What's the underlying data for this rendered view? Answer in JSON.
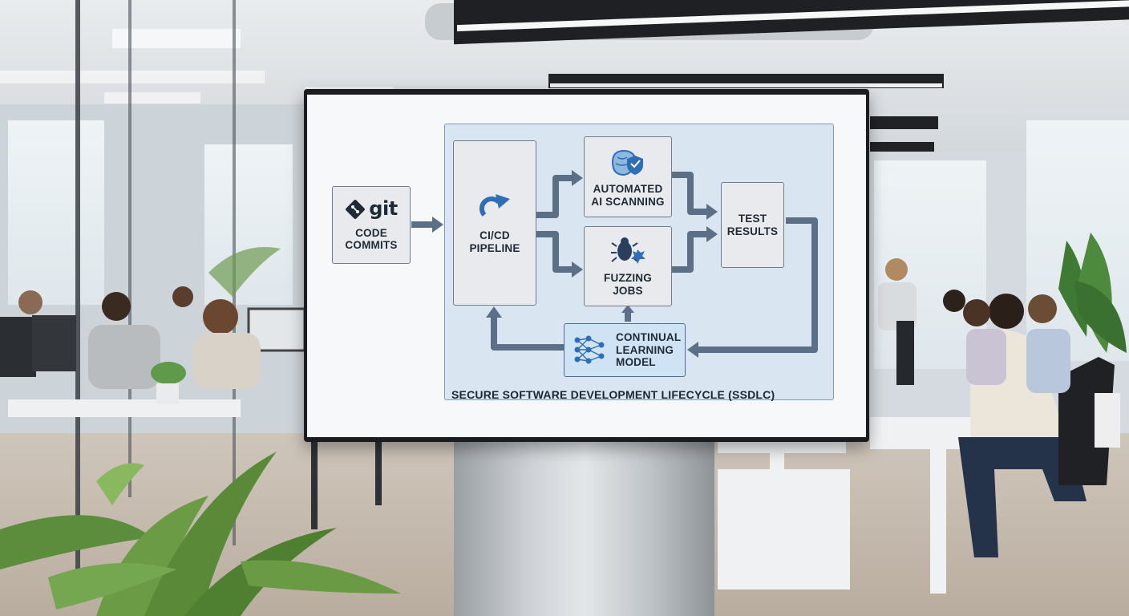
{
  "diagram": {
    "nodes": {
      "code_commits": {
        "logo": "git",
        "label": "CODE\nCOMMITS",
        "icon": "git-logo-icon"
      },
      "cicd_pipeline": {
        "label": "CI/CD\nPIPELINE",
        "icon": "refresh-arrow-icon"
      },
      "ai_scanning": {
        "label": "AUTOMATED\nAI SCANNING",
        "icon": "brain-shield-icon"
      },
      "fuzzing_jobs": {
        "label": "FUZZING\nJOBS",
        "icon": "bug-icon"
      },
      "test_results": {
        "label": "TEST\nRESULTS"
      },
      "learning_model": {
        "label": "CONTINUAL\nLEARNING\nMODEL",
        "icon": "neural-network-icon"
      }
    },
    "caption": "SECURE SOFTWARE DEVELOPMENT LIFECYCLE (SSDLC)"
  },
  "colors": {
    "panel": "#d9e6f1",
    "arrow": "#5b6f86",
    "box": "#e8eaed",
    "learning_box": "#cfe3f4",
    "icon_blue": "#2f6db5"
  }
}
